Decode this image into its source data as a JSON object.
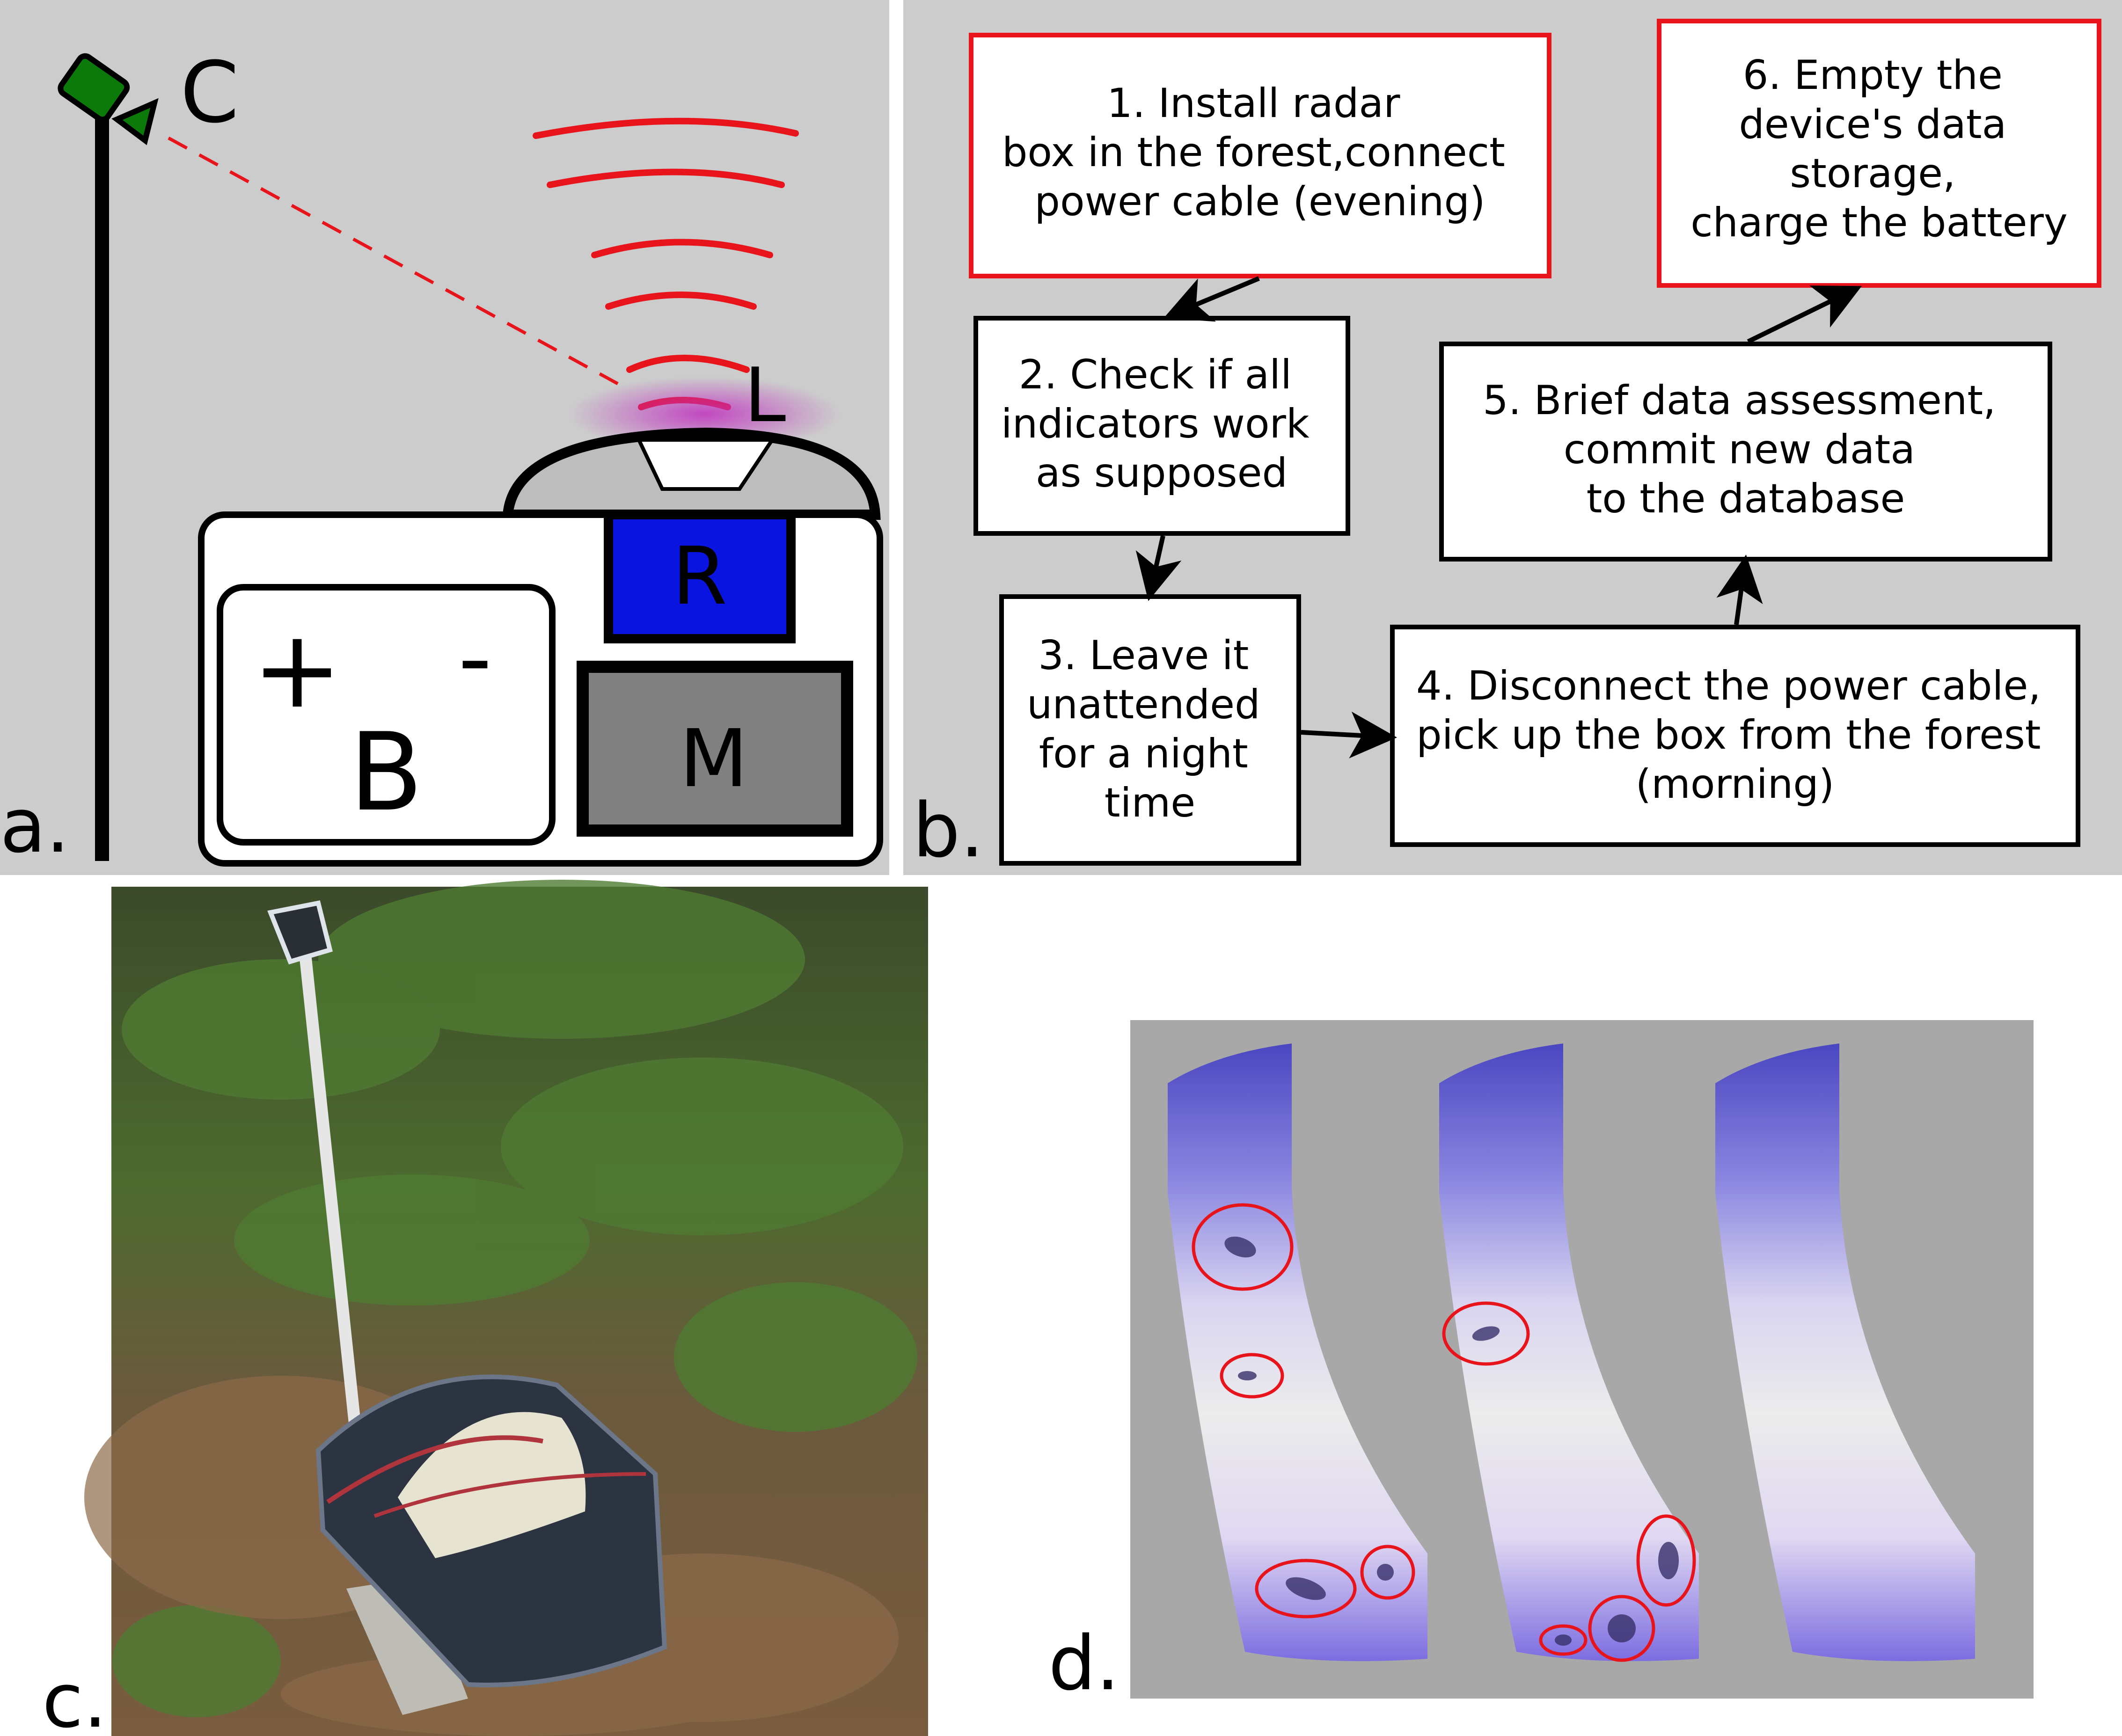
{
  "panels": {
    "a_label": "a.",
    "b_label": "b.",
    "c_label": "c.",
    "d_label": "d."
  },
  "schematic": {
    "camera_label": "C",
    "light_label": "L",
    "radar_label": "R",
    "battery_label": "B",
    "battery_plus": "+",
    "battery_minus": "-",
    "memory_label": "M"
  },
  "flow": {
    "steps": [
      {
        "id": "1",
        "lines": [
          "1. Install radar",
          "box in the forest,connect",
          "power cable (evening)"
        ],
        "border": "#e8141c"
      },
      {
        "id": "2",
        "lines": [
          "2. Check if all",
          "indicators work",
          "as supposed"
        ],
        "border": "#000000"
      },
      {
        "id": "3",
        "lines": [
          "3. Leave it",
          "unattended",
          "for a night",
          "time"
        ],
        "border": "#000000"
      },
      {
        "id": "4",
        "lines": [
          "4. Disconnect the power cable,",
          "pick up the box from the forest",
          "(morning)"
        ],
        "border": "#000000"
      },
      {
        "id": "5",
        "lines": [
          "5. Brief data assessment,",
          "commit new data",
          "to the database"
        ],
        "border": "#000000"
      },
      {
        "id": "6",
        "lines": [
          "6. Empty the",
          "device's data",
          "storage,",
          "charge the battery"
        ],
        "border": "#e8141c"
      }
    ]
  },
  "colors": {
    "panel_bg": "#cccccc",
    "camera": "#0b7a0b",
    "radar": "#0a14e0",
    "memory": "#808080",
    "signal": "#e8141c",
    "highlight": "#e8141c",
    "d_bg": "#a8a8a8"
  },
  "photo": {
    "icons": [
      "forest-floor-photo"
    ]
  },
  "frames": {
    "count": 3
  }
}
